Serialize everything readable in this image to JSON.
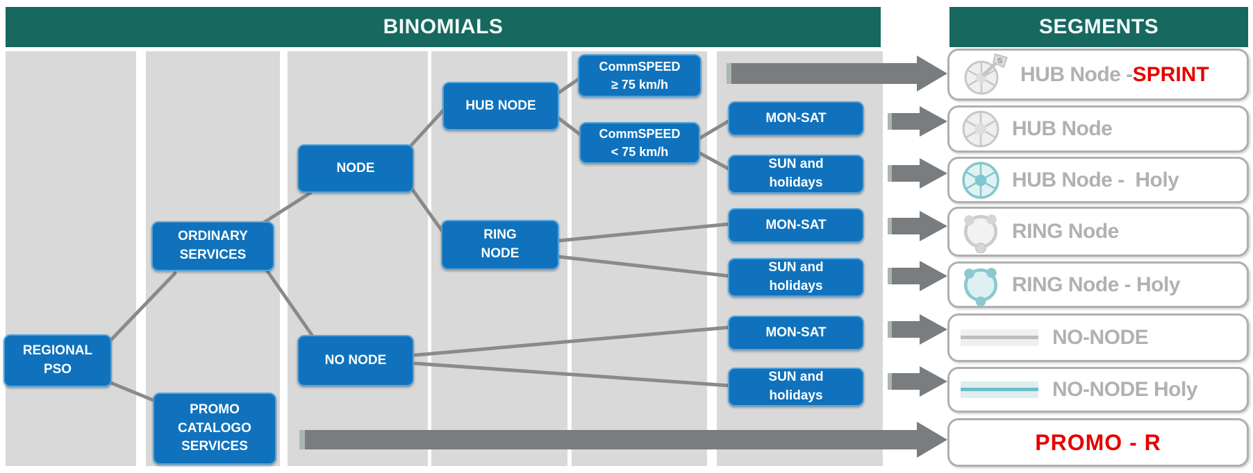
{
  "header": {
    "binomials": "BINOMIALS",
    "segments": "SEGMENTS"
  },
  "colors": {
    "header_teal": "#17685F",
    "header_text": "#F2FAF9",
    "column_gray": "#D9D9D9",
    "node_blue": "#1072BC",
    "node_border_blue": "#55A3DA",
    "connector_gray": "#8A8A8A",
    "arrow_gray": "#7A7D7F",
    "arrow_cap": "#A9B7B3",
    "segment_text_gray": "#B1B1B1",
    "segment_border_gray": "#AFAFAF",
    "accent_red": "#E60000",
    "holy_teal": "#84C7CD"
  },
  "binomials": {
    "boxes": [
      {
        "id": "regional-pso",
        "label": "REGIONAL\nPSO"
      },
      {
        "id": "ordinary-services",
        "label": "ORDINARY\nSERVICES"
      },
      {
        "id": "promo-catalogo-services",
        "label": "PROMO\nCATALOGO\nSERVICES"
      },
      {
        "id": "node",
        "label": "NODE"
      },
      {
        "id": "no-node",
        "label": "NO NODE"
      },
      {
        "id": "hub-node",
        "label": "HUB NODE"
      },
      {
        "id": "ring-node",
        "label": "RING\nNODE"
      },
      {
        "id": "commspeed-ge-75",
        "label": "CommSPEED\n≥ 75 km/h"
      },
      {
        "id": "commspeed-lt-75",
        "label": "CommSPEED\n< 75 km/h"
      },
      {
        "id": "mon-sat-hub",
        "label": "MON-SAT"
      },
      {
        "id": "sun-holidays-hub",
        "label": "SUN and\nholidays"
      },
      {
        "id": "mon-sat-ring",
        "label": "MON-SAT"
      },
      {
        "id": "sun-holidays-ring",
        "label": "SUN and\nholidays"
      },
      {
        "id": "mon-sat-nonode",
        "label": "MON-SAT"
      },
      {
        "id": "sun-holidays-nonode",
        "label": "SUN and\nholidays"
      }
    ]
  },
  "segments": {
    "items": [
      {
        "id": "hub-node-sprint",
        "icon": "hub-wheel-sprint-icon",
        "icon_tag": "S",
        "label": "HUB Node -",
        "accent": "SPRINT"
      },
      {
        "id": "hub-node",
        "icon": "hub-wheel-icon",
        "label": "HUB Node"
      },
      {
        "id": "hub-node-holy",
        "icon": "hub-wheel-holy-icon",
        "label": "HUB Node -  Holy"
      },
      {
        "id": "ring-node",
        "icon": "ring-icon",
        "label": "RING Node"
      },
      {
        "id": "ring-node-holy",
        "icon": "ring-holy-icon",
        "label": "RING Node - Holy"
      },
      {
        "id": "no-node",
        "icon": "road-line-icon",
        "label": "NO-NODE"
      },
      {
        "id": "no-node-holy",
        "icon": "road-line-holy-icon",
        "label": "NO-NODE Holy"
      },
      {
        "id": "promo-r",
        "icon": "none",
        "label": "",
        "accent": "PROMO - R"
      }
    ]
  }
}
